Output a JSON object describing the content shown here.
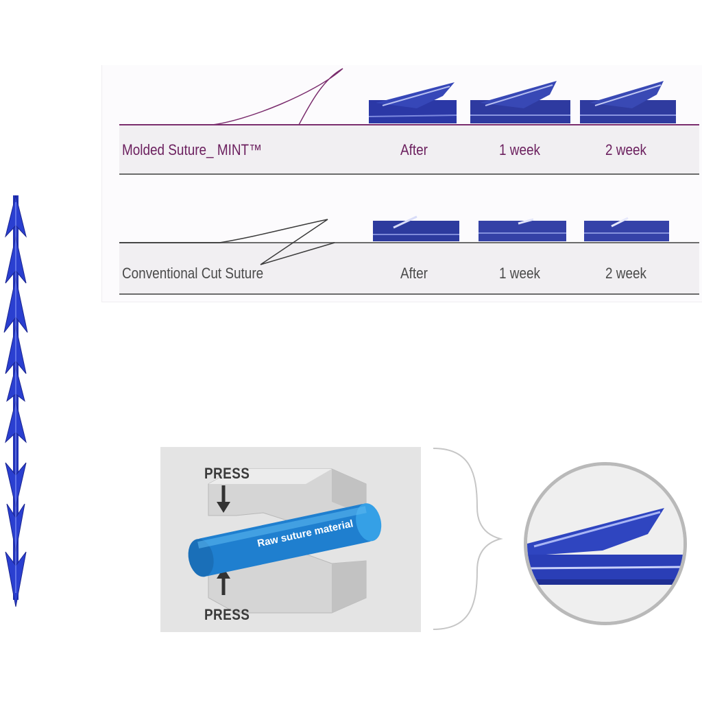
{
  "comparison": {
    "molded": {
      "label": "Molded Suture_ MINT™",
      "stages": [
        "After",
        "1 week",
        "2 week"
      ]
    },
    "conventional": {
      "label": "Conventional Cut Suture",
      "stages": [
        "After",
        "1 week",
        "2 week"
      ]
    }
  },
  "press_diagram": {
    "press_top": "PRESS",
    "press_bottom": "PRESS",
    "material_label": "Raw suture material"
  },
  "colors": {
    "molded_accent": "#6b1f5e",
    "suture_blue": "#2a3aa8",
    "cylinder_blue": "#1f7fcf",
    "text_gray": "#4a4a4a"
  }
}
